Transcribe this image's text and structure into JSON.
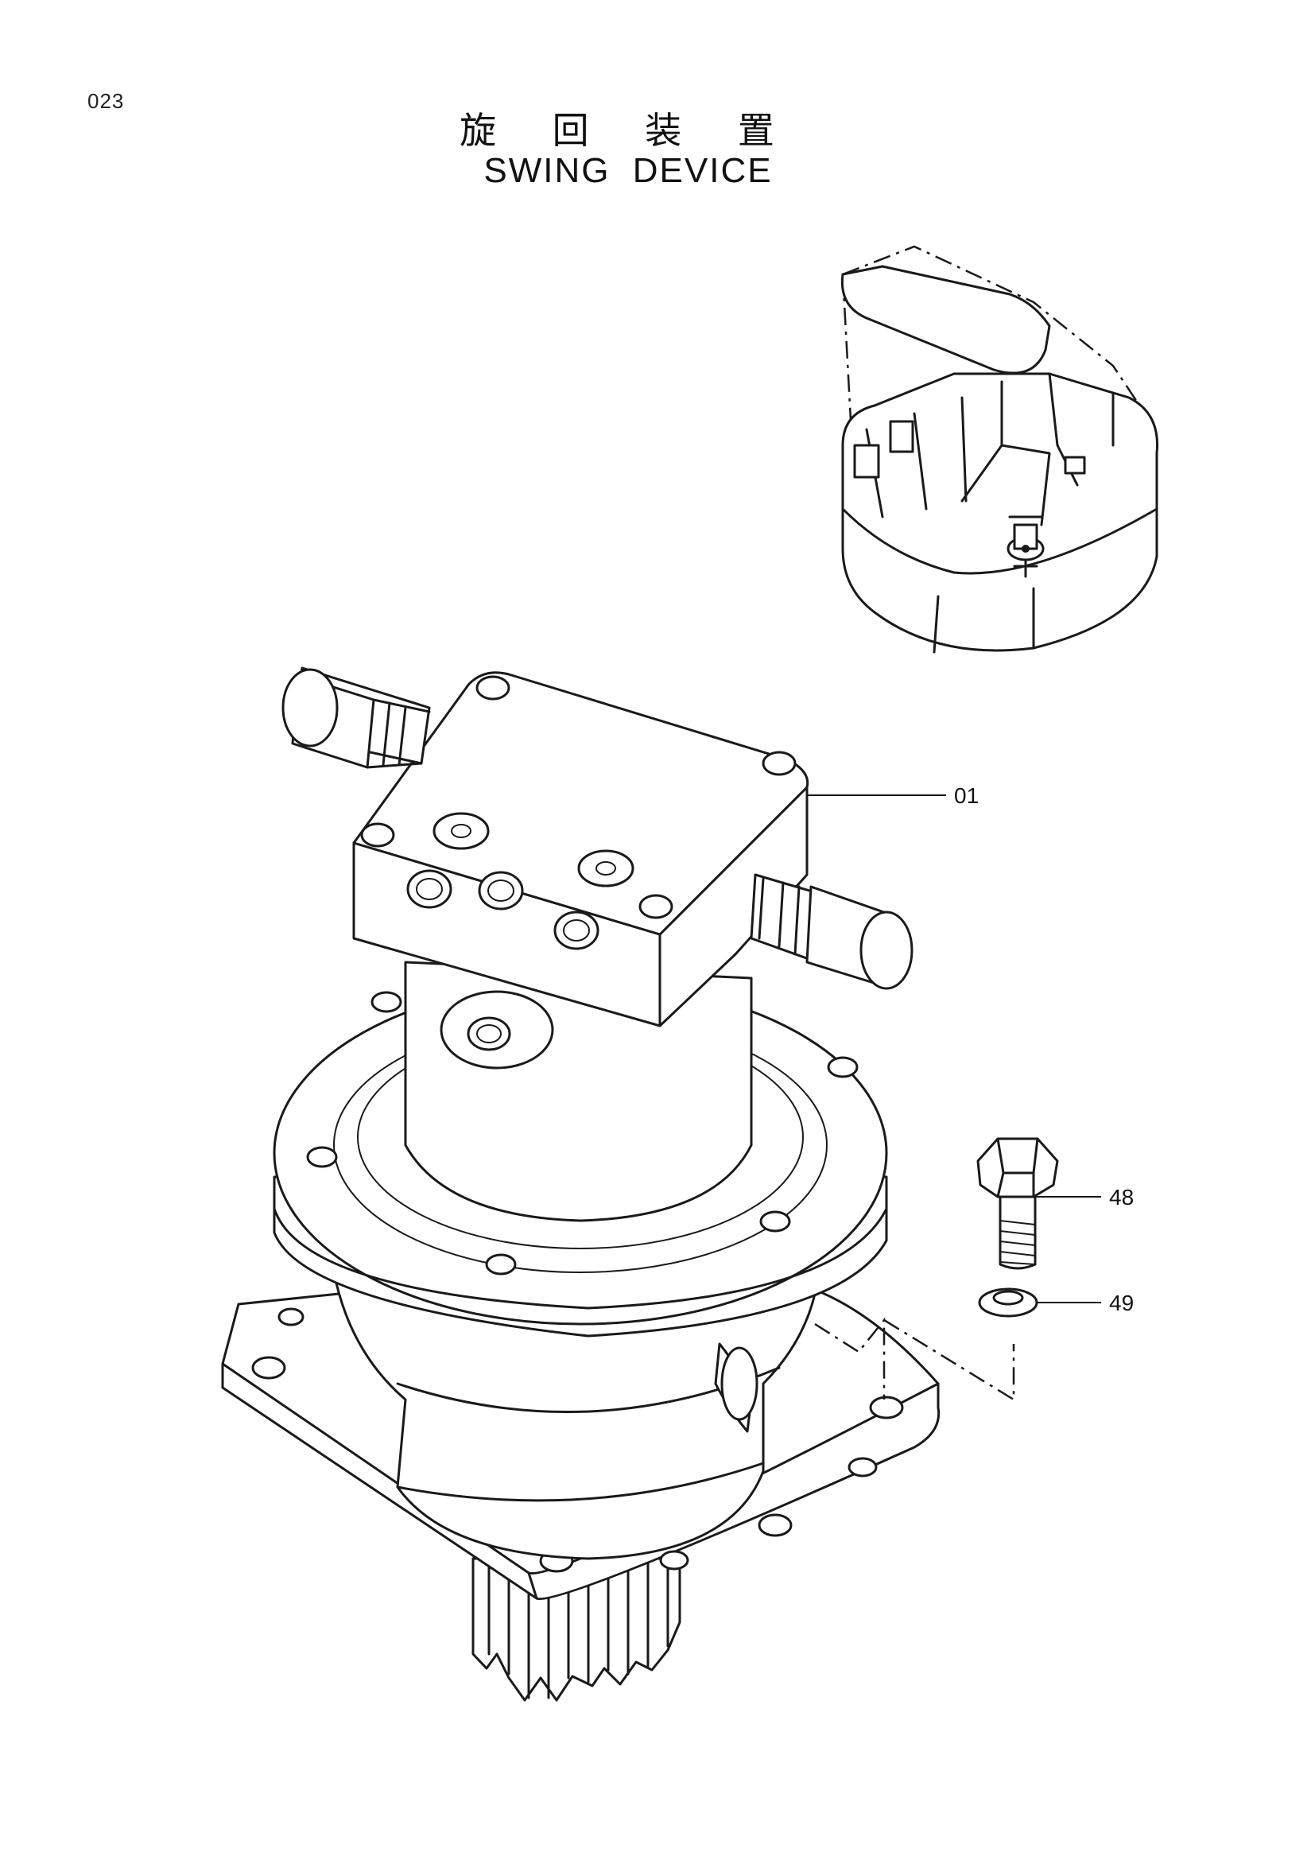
{
  "page": {
    "number": "023"
  },
  "title": {
    "japanese": "旋 回 装 置",
    "english": "SWING DEVICE"
  },
  "callouts": [
    {
      "id": "01"
    },
    {
      "id": "48"
    },
    {
      "id": "49"
    }
  ]
}
